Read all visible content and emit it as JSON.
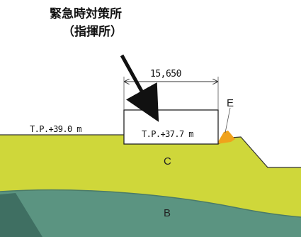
{
  "callout": {
    "line1": "緊急時対策所",
    "line2": "（指揮所）"
  },
  "building": {
    "width_label": "15,650",
    "floor_elevation": "T.P.+37.7 m"
  },
  "ground": {
    "elevation": "T.P.+39.0 m"
  },
  "layers": {
    "upper": "C",
    "lower": "B",
    "fill": "E"
  },
  "colors": {
    "layer_c": "#cfd73a",
    "layer_b": "#5b9481",
    "layer_b_dark": "#3f6f62",
    "fill_e": "#f0a21b",
    "outline": "#222222"
  }
}
